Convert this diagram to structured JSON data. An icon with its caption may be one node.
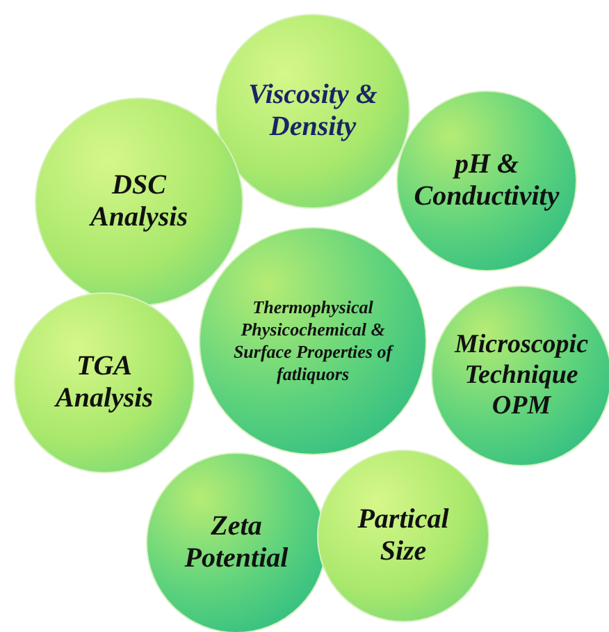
{
  "diagram": {
    "nodes": [
      {
        "text": [
          "Viscosity & Density"
        ]
      },
      {
        "text": [
          "DSC Analysis"
        ]
      },
      {
        "text": [
          "pH & Conductivity"
        ]
      },
      {
        "text": [
          "Thermophysical Physicochemical & Surface Properties of fatliquors"
        ]
      },
      {
        "text": [
          "TGA Analysis"
        ]
      },
      {
        "text": [
          "Microscopic Technique OPM"
        ]
      },
      {
        "text": [
          "Zeta Potential"
        ]
      },
      {
        "text": [
          "Partical Size"
        ]
      }
    ]
  }
}
